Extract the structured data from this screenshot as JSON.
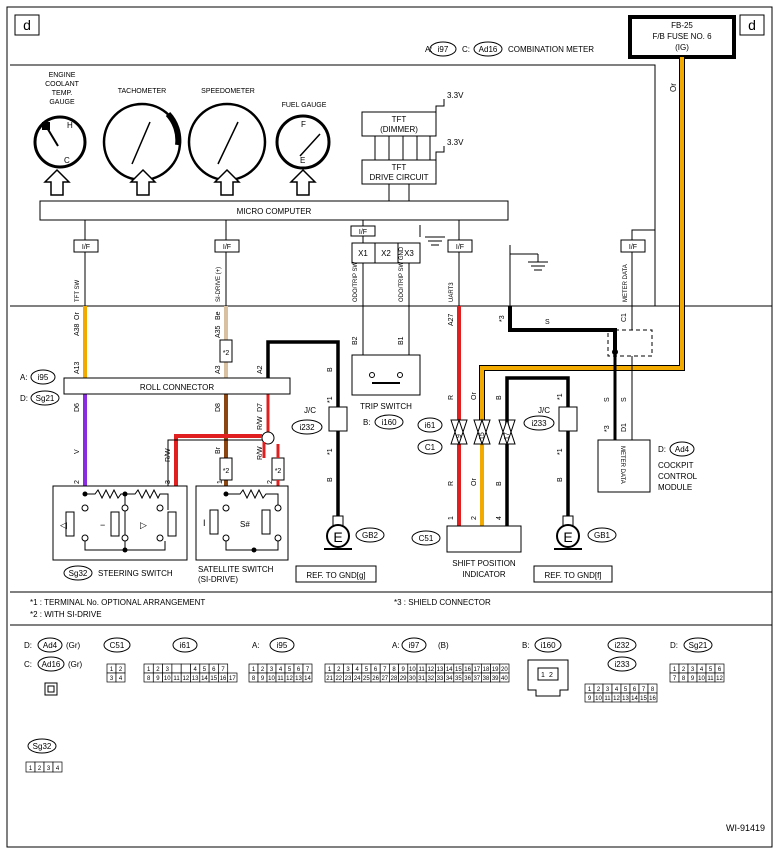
{
  "page": {
    "corner_left": "d",
    "corner_right": "d",
    "figure_id": "WI-91419"
  },
  "fuse": {
    "line1": "FB-25",
    "line2": "F/B FUSE NO. 6",
    "line3": "(IG)"
  },
  "meter_header": {
    "a_prefix": "A:",
    "a_conn": "i97",
    "c_prefix": "C:",
    "c_conn": "Ad16",
    "name": "COMBINATION METER"
  },
  "gauges": {
    "coolant": [
      "ENGINE",
      "COOLANT",
      "TEMP.",
      "GAUGE"
    ],
    "tacho": "TACHOMETER",
    "speedo": "SPEEDOMETER",
    "fuel": "FUEL GAUGE",
    "coolant_h": "H",
    "coolant_c": "C",
    "fuel_f": "F",
    "fuel_e": "E"
  },
  "tft": {
    "dimmer1": "TFT",
    "dimmer2": "(DIMMER)",
    "drive1": "TFT",
    "drive2": "DRIVE CIRCUIT",
    "v1": "3.3V",
    "v2": "3.3V"
  },
  "micro": "MICRO COMPUTER",
  "if_label": "I/F",
  "x_pins": [
    "X1",
    "X2",
    "X3"
  ],
  "signals": {
    "tft_sw": "TFT SW",
    "si_drive": "SI-DRIVE (+)",
    "odo_sw": "ODO/TRIP SW",
    "odo_gnd": "ODO/TRIP SW GND",
    "uart": "UART3",
    "meter_data": "METER DATA"
  },
  "pins": {
    "a38": "A38",
    "a35": "A35",
    "a27": "A27",
    "c1": "C1",
    "a13": "A13",
    "d6": "D6",
    "a3": "A3",
    "d8": "D8",
    "a2": "A2",
    "d7": "D7",
    "b2": "B2",
    "b1": "B1",
    "d1": "D1",
    "p2a": "2",
    "p3a": "3",
    "p2b": "2",
    "p1b": "1",
    "p1c": "1",
    "p2c": "2",
    "p4c": "4",
    "p9": "9",
    "p15": "15",
    "p17": "17"
  },
  "wires": {
    "or": "Or",
    "be": "Be",
    "r": "R",
    "s": "S",
    "v": "V",
    "br": "Br",
    "rw": "R/W",
    "b": "B"
  },
  "marks": {
    "s1": "*1",
    "s2": "*2",
    "s3": "*3"
  },
  "roll": {
    "a_prefix": "A:",
    "a_conn": "i95",
    "d_prefix": "D:",
    "d_conn": "Sg21",
    "name": "ROLL CONNECTOR"
  },
  "trip": {
    "name": "TRIP SWITCH",
    "b_prefix": "B:",
    "b_conn": "i160"
  },
  "jc": {
    "label": "J/C",
    "left": "i232",
    "right": "i233"
  },
  "mid": {
    "i61": "i61",
    "c1": "C1",
    "c51": "C51"
  },
  "cockpit": {
    "d_prefix": "D:",
    "conn": "Ad4",
    "l1": "COCKPIT",
    "l2": "CONTROL",
    "l3": "MODULE",
    "inner": "METER DATA"
  },
  "steering": {
    "conn": "Sg32",
    "name": "STEERING SWITCH"
  },
  "satellite": {
    "name1": "SATELLITE SWITCH",
    "name2": "(SI-DRIVE)",
    "sharp": "S#"
  },
  "shift": {
    "name1": "SHIFT POSITION",
    "name2": "INDICATOR"
  },
  "ground": {
    "e": "E",
    "gb2": "GB2",
    "gb1": "GB1",
    "ref_g": "REF. TO GND[g]",
    "ref_f": "REF. TO GND[f]"
  },
  "notes": {
    "n1": "*1  : TERMINAL No. OPTIONAL ARRANGEMENT",
    "n2": "*2  : WITH SI-DRIVE",
    "n3": "*3  : SHIELD CONNECTOR"
  },
  "connectors": {
    "ad4": {
      "prefix": "D:",
      "id": "Ad4",
      "color": "(Gr)"
    },
    "ad16": {
      "prefix": "C:",
      "id": "Ad16",
      "color": "(Gr)"
    },
    "c51": {
      "id": "C51",
      "row1": [
        "1",
        "2"
      ],
      "row2": [
        "3",
        "4"
      ]
    },
    "i61": {
      "id": "i61",
      "row1": [
        "1",
        "2",
        "3",
        "",
        "",
        "4",
        "5",
        "6",
        "7"
      ],
      "row2": [
        "8",
        "9",
        "10",
        "11",
        "12",
        "13",
        "14",
        "15",
        "16",
        "17"
      ]
    },
    "i95": {
      "prefix": "A:",
      "id": "i95",
      "row1": [
        "1",
        "2",
        "3",
        "4",
        "5",
        "6",
        "7"
      ],
      "row2": [
        "8",
        "9",
        "10",
        "11",
        "12",
        "13",
        "14"
      ]
    },
    "i97": {
      "prefix": "A:",
      "id": "i97",
      "suffix": "(B)",
      "row1": [
        "1",
        "2",
        "3",
        "4",
        "5",
        "6",
        "7",
        "8",
        "9",
        "10",
        "11",
        "12",
        "13",
        "14",
        "15",
        "16",
        "17",
        "18",
        "19",
        "20"
      ],
      "row2": [
        "21",
        "22",
        "23",
        "24",
        "25",
        "26",
        "27",
        "28",
        "29",
        "30",
        "31",
        "32",
        "33",
        "34",
        "35",
        "36",
        "37",
        "38",
        "39",
        "40"
      ]
    },
    "i160": {
      "prefix": "B:",
      "id": "i160",
      "pins": [
        "1",
        "2"
      ]
    },
    "i232": {
      "id": "i232",
      "id2": "i233",
      "row1": [
        "1",
        "2",
        "3",
        "4",
        "5",
        "6",
        "7",
        "8"
      ],
      "row2": [
        "9",
        "10",
        "11",
        "12",
        "13",
        "14",
        "15",
        "16"
      ]
    },
    "sg21": {
      "prefix": "D:",
      "id": "Sg21",
      "row1": [
        "1",
        "2",
        "3",
        "4",
        "5",
        "6"
      ],
      "row2": [
        "7",
        "8",
        "9",
        "10",
        "11",
        "12"
      ]
    },
    "sg32": {
      "id": "Sg32",
      "pins": [
        "1",
        "2",
        "3",
        "4"
      ]
    }
  },
  "colors": {
    "orange": "#f2a900",
    "red": "#e02020",
    "violet": "#8a2be2",
    "brown": "#8b4513",
    "beige": "#d8c0a0",
    "black": "#000000"
  }
}
